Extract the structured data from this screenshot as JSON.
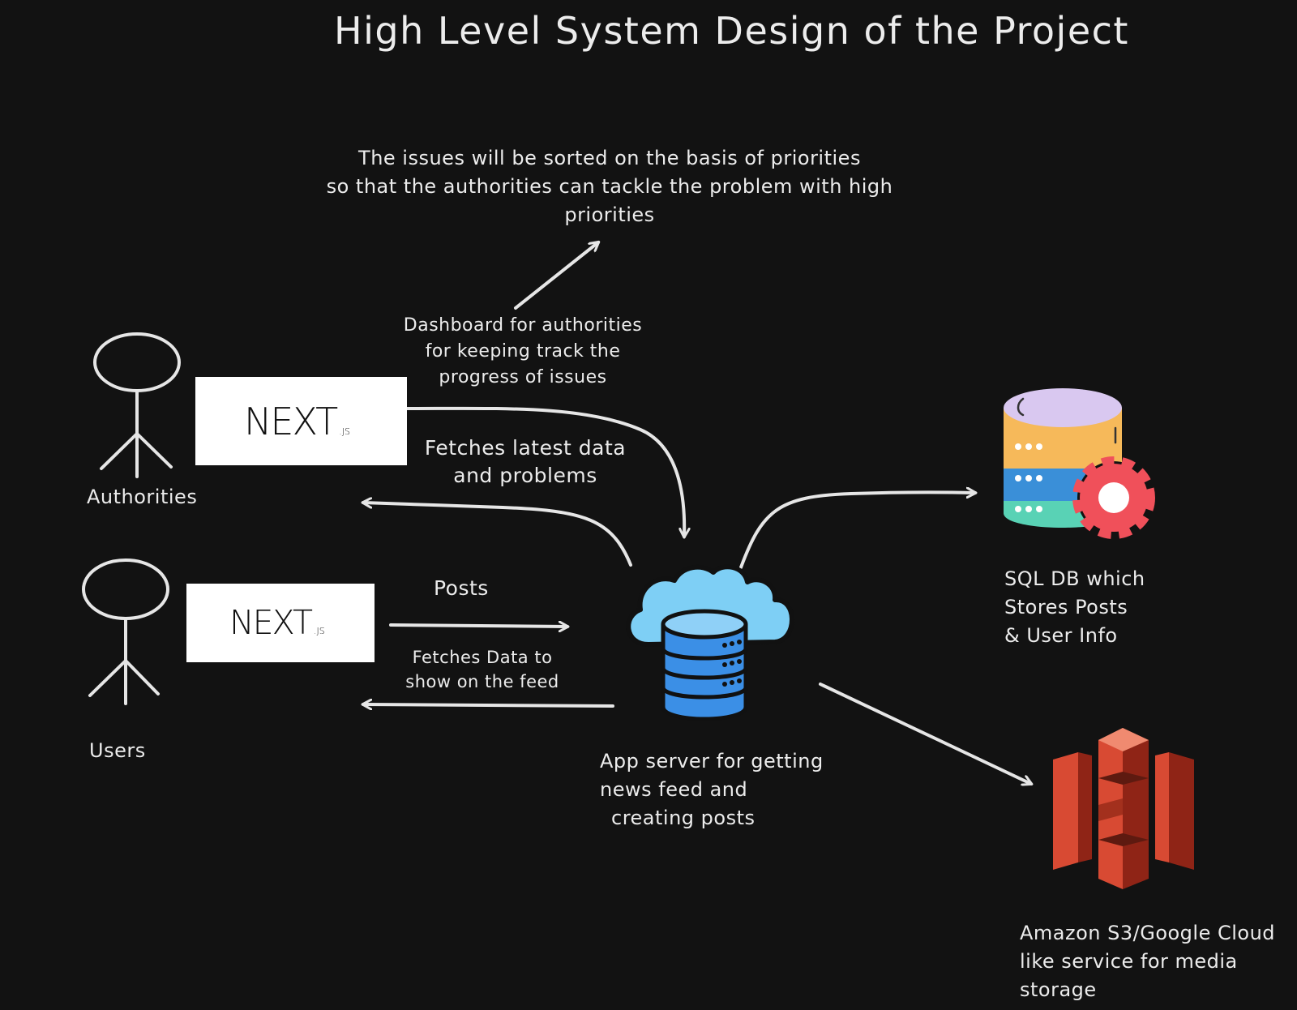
{
  "title": "High Level System Design of the Project",
  "priority_note": {
    "line1": "The issues will be sorted on the basis of priorities",
    "line2": "so that the authorities can tackle the problem with high",
    "line3": "priorities"
  },
  "dashboard_note": {
    "line1": "Dashboard for authorities",
    "line2": "for keeping track the",
    "line3": "progress of issues"
  },
  "fetch_latest_note": {
    "line1": "Fetches latest data",
    "line2": "and problems"
  },
  "posts_label": "Posts",
  "fetch_feed_note": {
    "line1": "Fetches Data to",
    "line2": "show on the feed"
  },
  "actors": {
    "authorities": "Authorities",
    "users": "Users"
  },
  "nextjs_logo": {
    "main": "NEXT",
    "suffix": ".JS"
  },
  "app_server": {
    "line1": "App server for getting",
    "line2": "news feed and",
    "line3": "creating posts"
  },
  "sql_db": {
    "line1": "SQL DB which",
    "line2": "Stores Posts",
    "line3": "& User Info"
  },
  "storage": {
    "line1": "Amazon S3/Google Cloud",
    "line2": "like service for media",
    "line3": "storage"
  },
  "colors": {
    "background": "#121212",
    "stroke": "#e6e6e6",
    "cloud": "#7ecff5",
    "server_blue": "#3b8fe6",
    "db_purple": "#d9c8f0",
    "db_orange": "#f6b95a",
    "db_blue": "#3a8fd8",
    "db_teal": "#59d2b5",
    "gear_red": "#f0505a",
    "s3_red": "#d84a33",
    "s3_dark": "#8f2416"
  }
}
